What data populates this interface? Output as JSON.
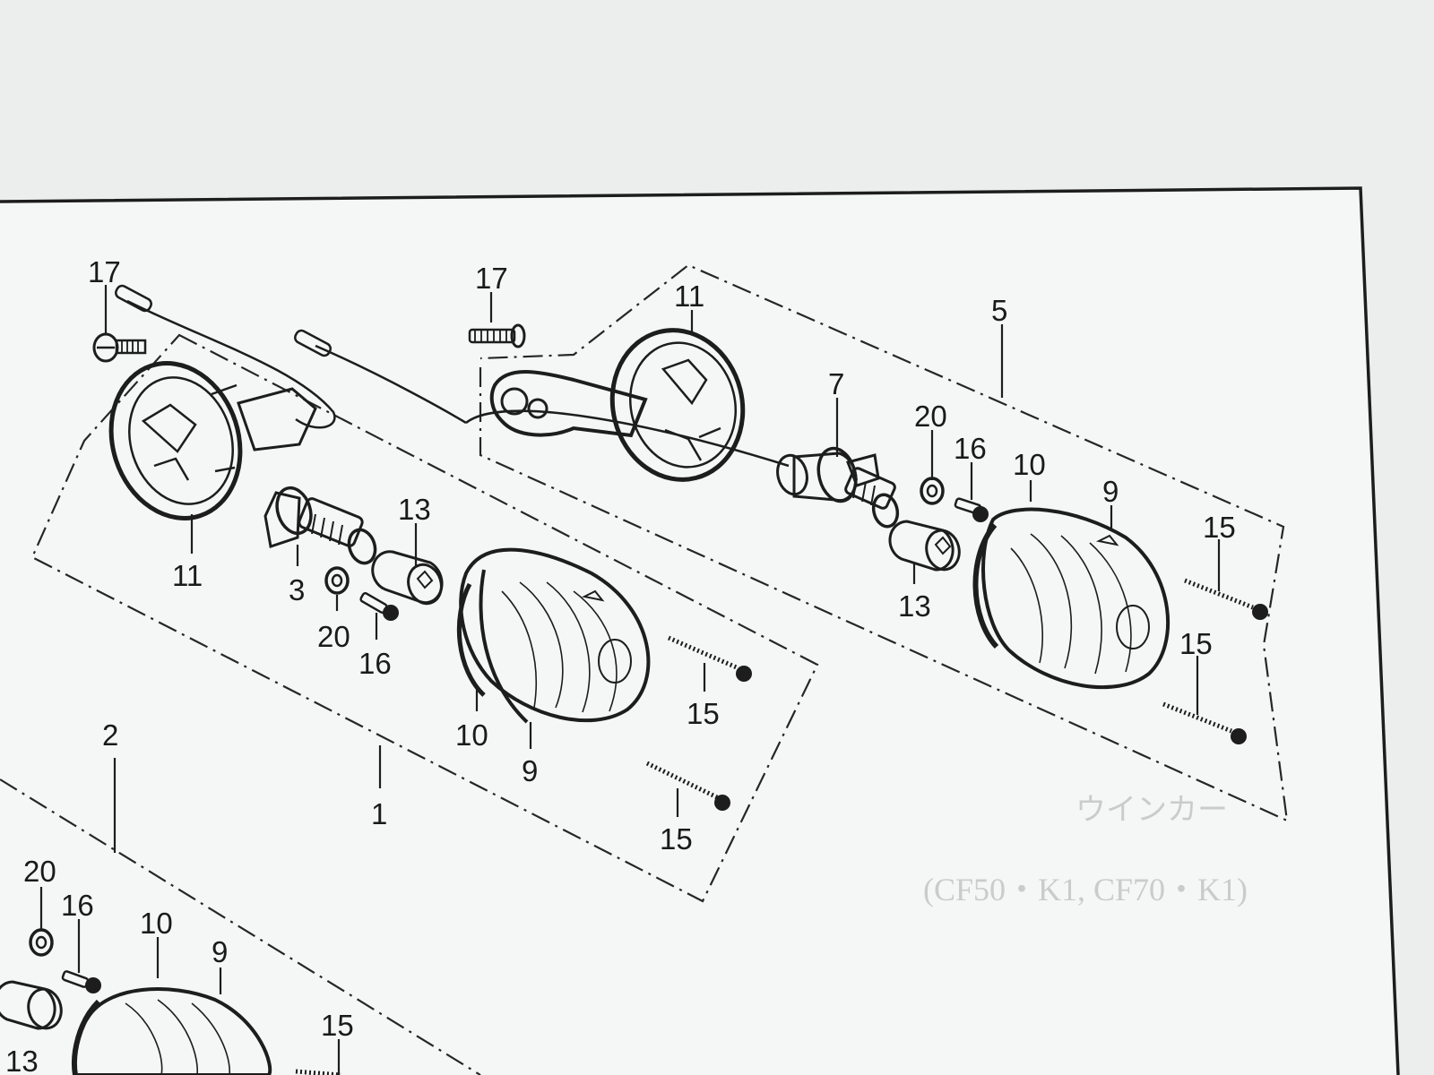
{
  "diagram": {
    "callouts": [
      {
        "id": "c-17a",
        "text": "17"
      },
      {
        "id": "c-17b",
        "text": "17"
      },
      {
        "id": "c-11a",
        "text": "11"
      },
      {
        "id": "c-5",
        "text": "5"
      },
      {
        "id": "c-7",
        "text": "7"
      },
      {
        "id": "c-20a",
        "text": "20"
      },
      {
        "id": "c-16a",
        "text": "16"
      },
      {
        "id": "c-10a",
        "text": "10"
      },
      {
        "id": "c-9a",
        "text": "9"
      },
      {
        "id": "c-15a",
        "text": "15"
      },
      {
        "id": "c-15b",
        "text": "15"
      },
      {
        "id": "c-13a",
        "text": "13"
      },
      {
        "id": "c-11b",
        "text": "11"
      },
      {
        "id": "c-3",
        "text": "3"
      },
      {
        "id": "c-13b",
        "text": "13"
      },
      {
        "id": "c-20b",
        "text": "20"
      },
      {
        "id": "c-16b",
        "text": "16"
      },
      {
        "id": "c-10b",
        "text": "10"
      },
      {
        "id": "c-9b",
        "text": "9"
      },
      {
        "id": "c-15c",
        "text": "15"
      },
      {
        "id": "c-15d",
        "text": "15"
      },
      {
        "id": "c-1",
        "text": "1"
      },
      {
        "id": "c-2",
        "text": "2"
      },
      {
        "id": "c-20c",
        "text": "20"
      },
      {
        "id": "c-16c",
        "text": "16"
      },
      {
        "id": "c-10c",
        "text": "10"
      },
      {
        "id": "c-9c",
        "text": "9"
      },
      {
        "id": "c-13c",
        "text": "13"
      },
      {
        "id": "c-15e",
        "text": "15"
      }
    ],
    "bleed_through_text": [
      "ウインカー",
      "(CF50・K1, CF70・K1)"
    ]
  }
}
